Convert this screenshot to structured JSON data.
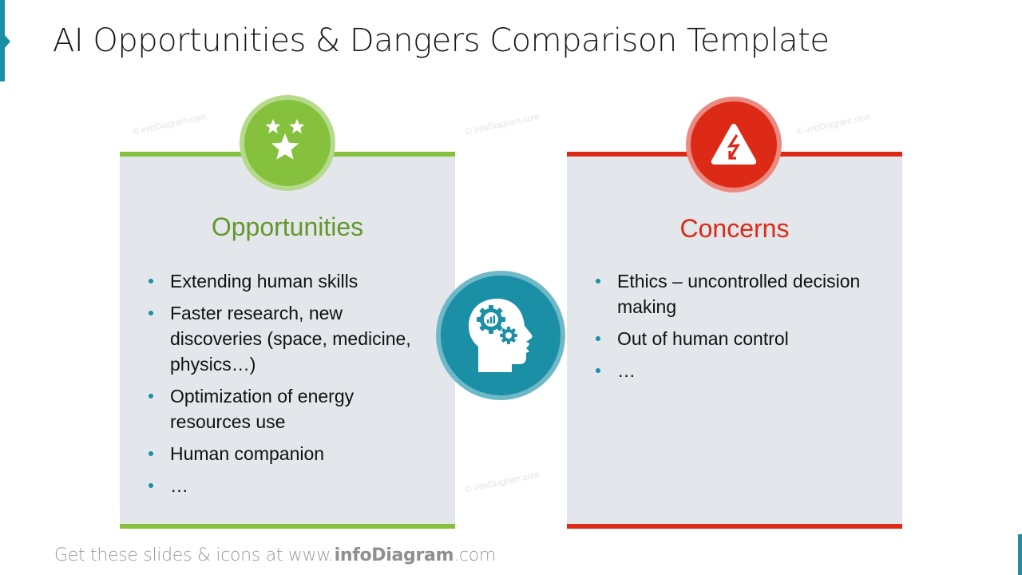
{
  "slide": {
    "title": "AI Opportunities & Dangers Comparison Template",
    "colors": {
      "accent": "#1a8fa6",
      "green": "#86c13e",
      "green_text": "#64972b",
      "red": "#dc2a16",
      "panel_bg": "#e3e6eb"
    }
  },
  "left_panel": {
    "icon": "stars-icon",
    "heading": "Opportunities",
    "items": [
      "Extending human skills",
      "Faster research, new discoveries (space, medicine, physics…)",
      "Optimization of energy resources use",
      "Human companion",
      "…"
    ]
  },
  "center": {
    "icon": "head-with-gears-icon"
  },
  "right_panel": {
    "icon": "high-voltage-warning-icon",
    "heading": "Concerns",
    "items": [
      "Ethics – uncontrolled decision making",
      "Out of human control",
      "…"
    ]
  },
  "watermark": "© infoDiagram.com",
  "footer": {
    "prefix": "Get these slides & icons at www.",
    "brand": "infoDiagram",
    "suffix": ".com"
  }
}
